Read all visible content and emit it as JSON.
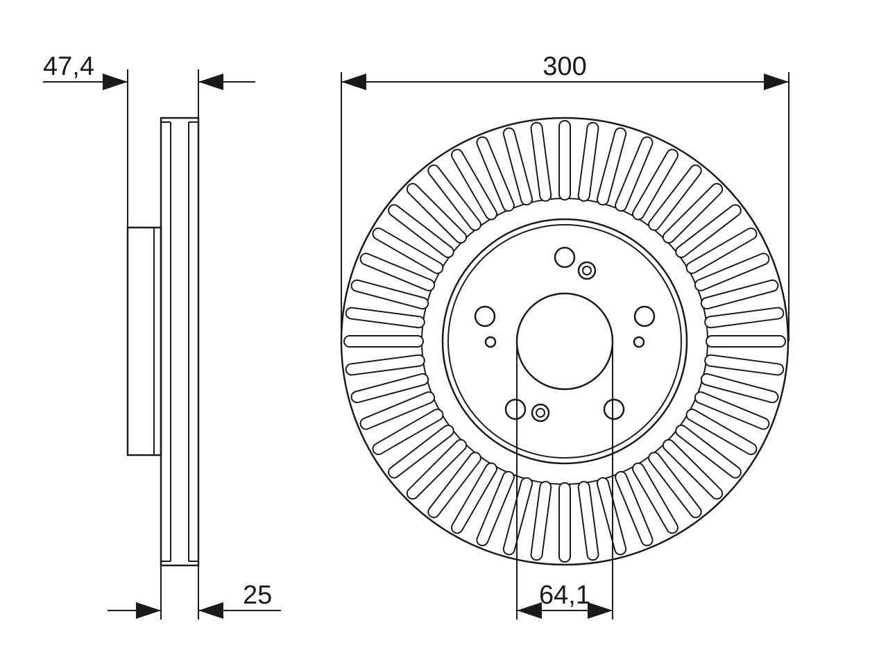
{
  "dimensions": {
    "hub_offset": "47,4",
    "thickness": "25",
    "outer_diameter": "300",
    "center_bore": "64,1"
  },
  "colors": {
    "line": "#1a1a1a",
    "background": "#ffffff"
  }
}
